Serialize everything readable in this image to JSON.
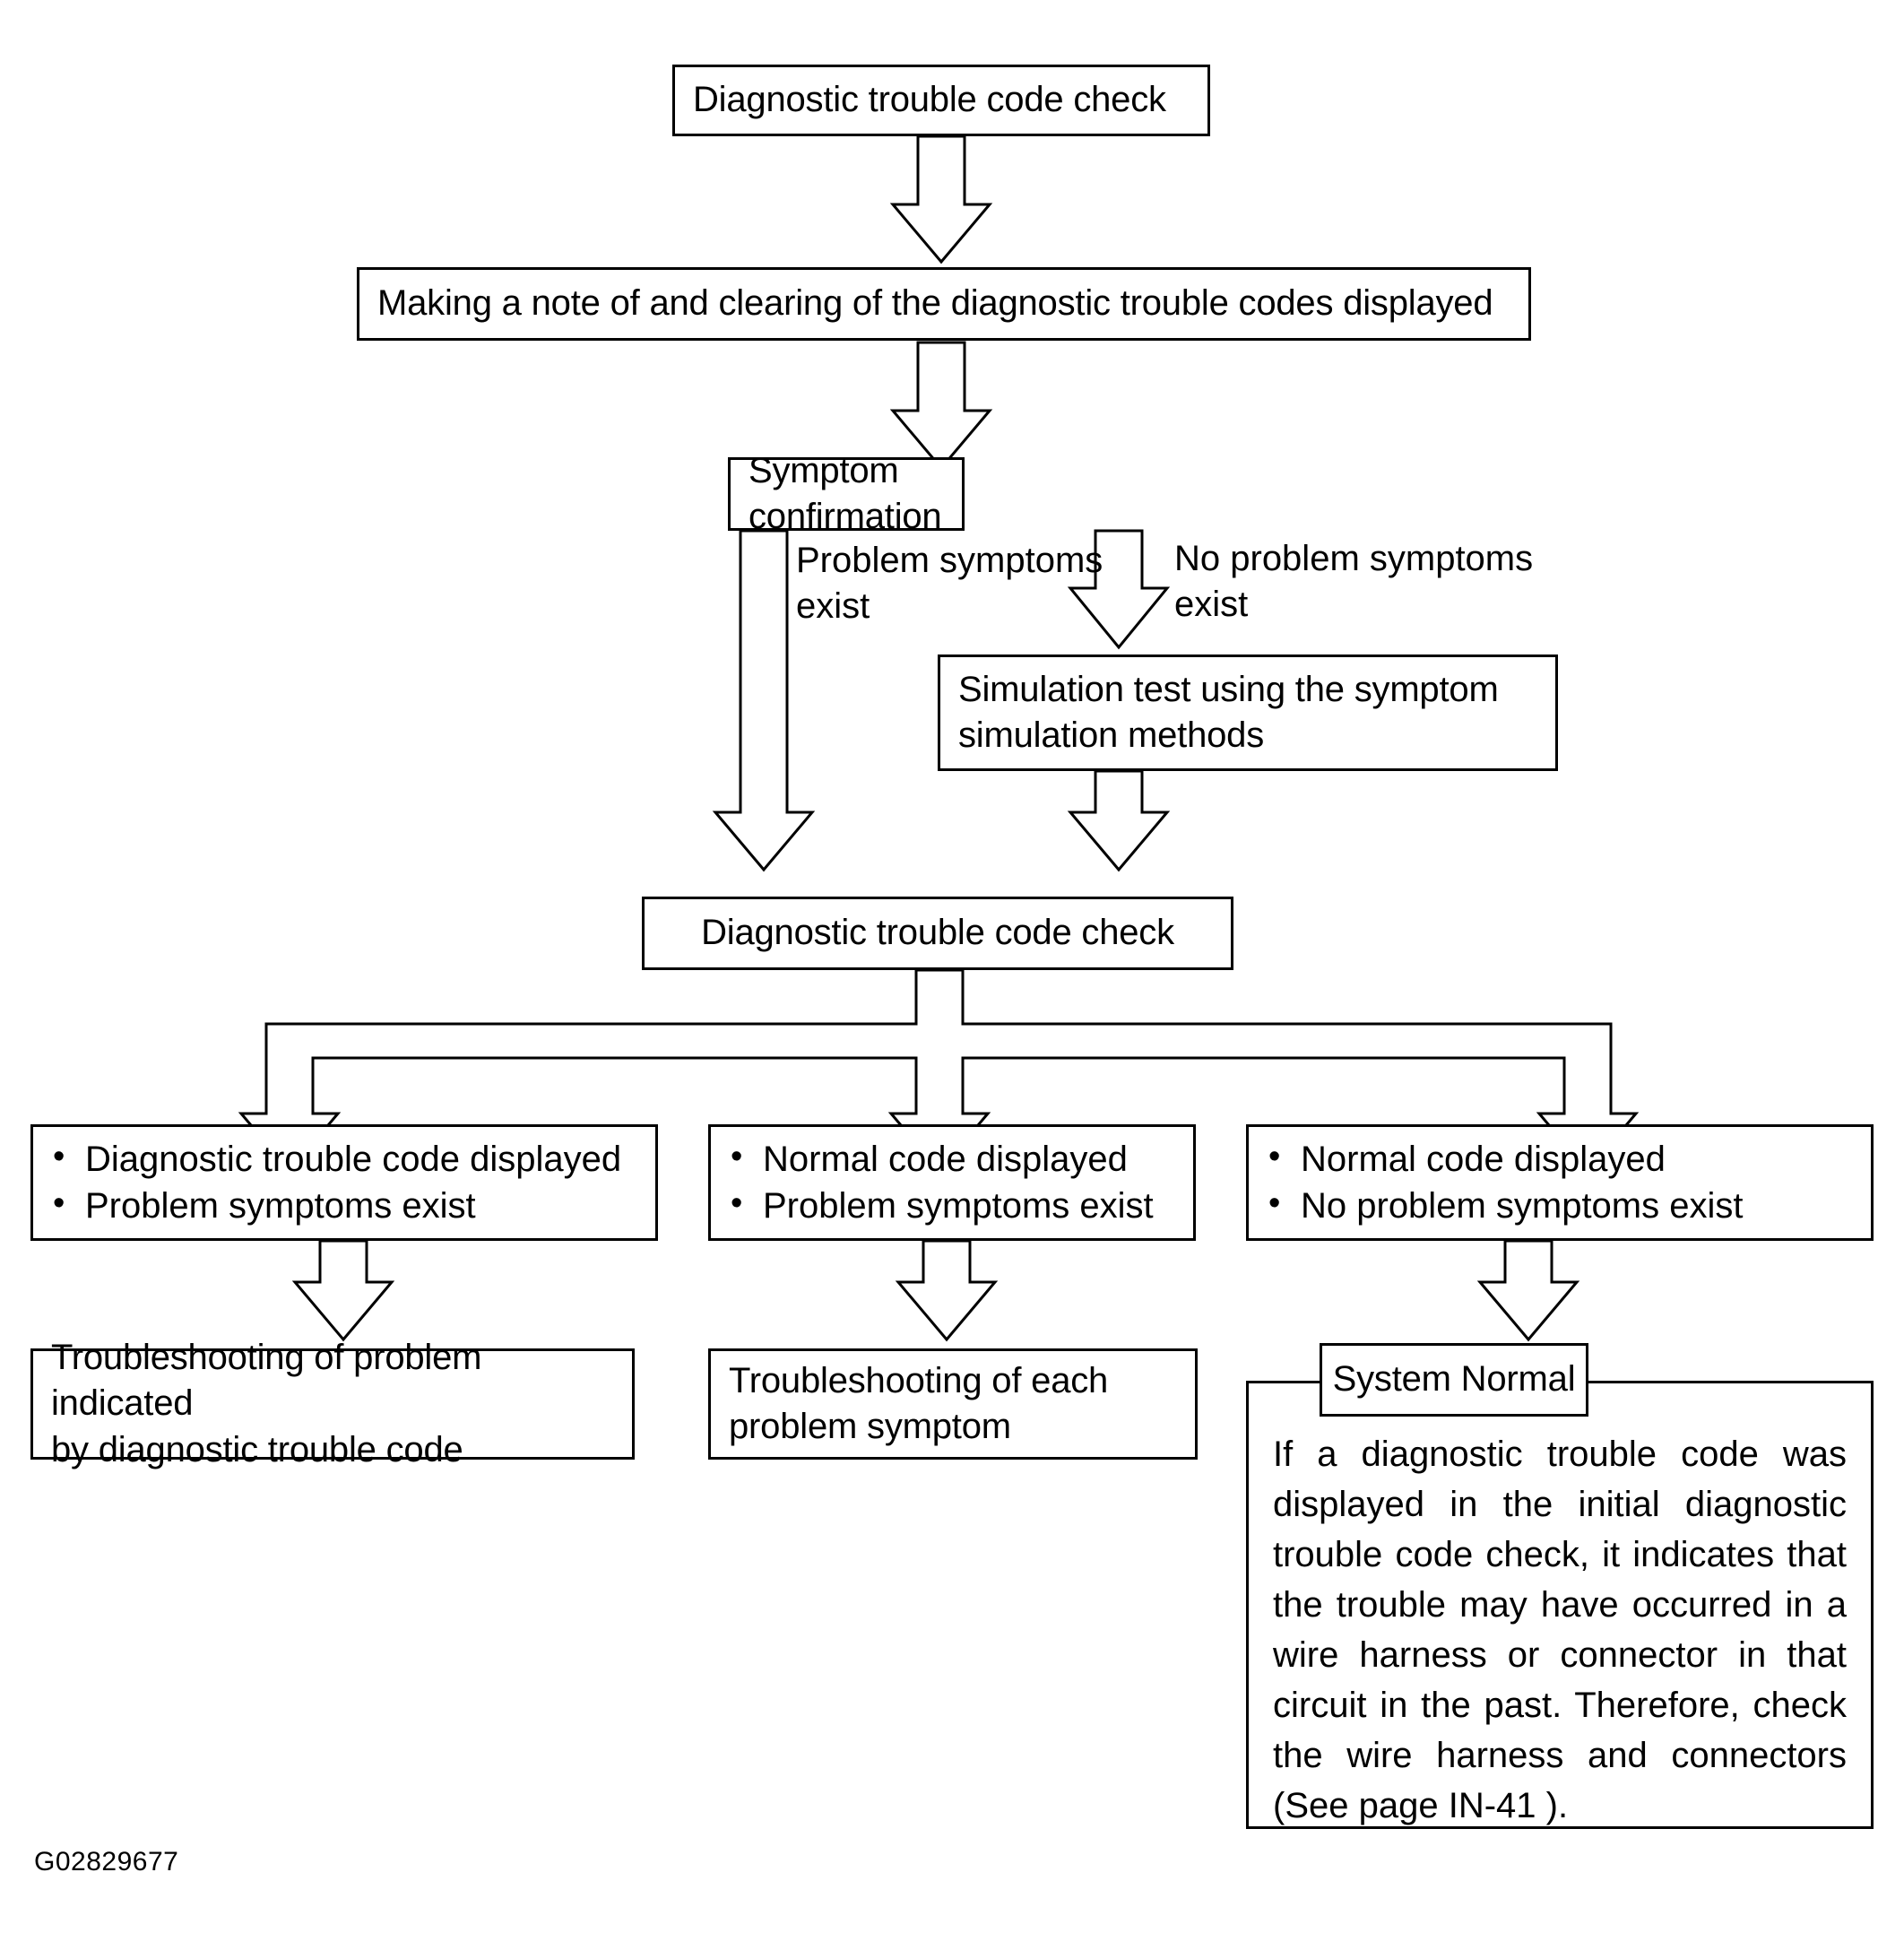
{
  "diagram": {
    "caption": "G02829677",
    "nodes": {
      "dtc_check_top": "Diagnostic trouble code check",
      "clear_codes": "Making a note of and clearing of the diagnostic trouble codes displayed",
      "symptom_confirmation": "Symptom confirmation",
      "simulation_test": "Simulation test using the symptom\nsimulation methods",
      "dtc_check_second": "Diagnostic trouble code check",
      "result_left": [
        "Diagnostic trouble code displayed",
        "Problem symptoms exist"
      ],
      "result_middle": [
        "Normal code displayed",
        "Problem symptoms exist"
      ],
      "result_right": [
        "Normal code displayed",
        "No problem symptoms exist"
      ],
      "action_left": "Troubleshooting of problem indicated\nby diagnostic trouble code",
      "action_middle": "Troubleshooting of each\nproblem symptom",
      "system_normal_label": "System Normal",
      "system_normal_note": "If a diagnostic trouble code was displayed in the initial diagnostic trouble code check, it indicates that the trouble may have occurred in a wire harness or connector in that circuit in the past. Therefore, check the wire harness and connectors (See page IN-41 )."
    },
    "edge_labels": {
      "problem_symptoms_exist": "Problem symptoms\nexist",
      "no_problem_symptoms_exist": "No problem symptoms\nexist"
    },
    "colors": {
      "line": "#000000",
      "background": "#ffffff",
      "text": "#000000"
    }
  }
}
